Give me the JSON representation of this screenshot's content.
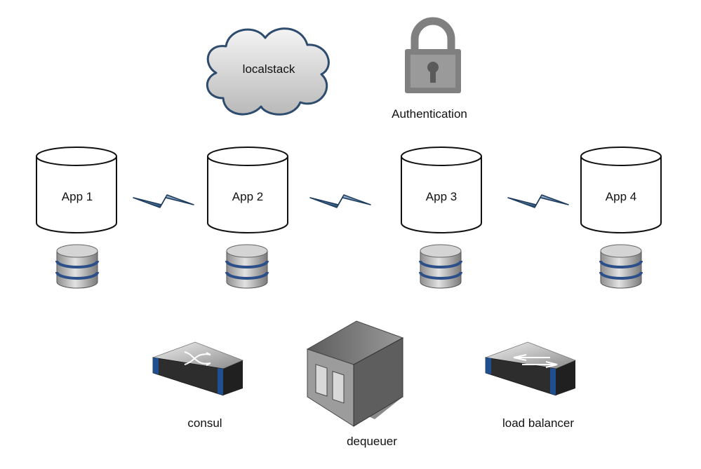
{
  "nodes": {
    "cloud": {
      "label": "localstack"
    },
    "auth": {
      "label": "Authentication"
    },
    "apps": [
      {
        "label": "App 1"
      },
      {
        "label": "App 2"
      },
      {
        "label": "App 3"
      },
      {
        "label": "App 4"
      }
    ],
    "consul": {
      "label": "consul"
    },
    "dequeuer": {
      "label": "dequeuer"
    },
    "load_balancer": {
      "label": "load balancer"
    }
  },
  "colors": {
    "cloud_stroke": "#2e4c6d",
    "lock": "#808080",
    "link": "#2f5a84",
    "db_band": "#2c4f8a",
    "device_stripe": "#1f4f8f",
    "server": "#6e6e6e"
  },
  "icons": [
    "cloud-icon",
    "lock-icon",
    "lightning-link-icon",
    "database-icon",
    "switch-icon",
    "server-icon",
    "load-balancer-icon"
  ]
}
